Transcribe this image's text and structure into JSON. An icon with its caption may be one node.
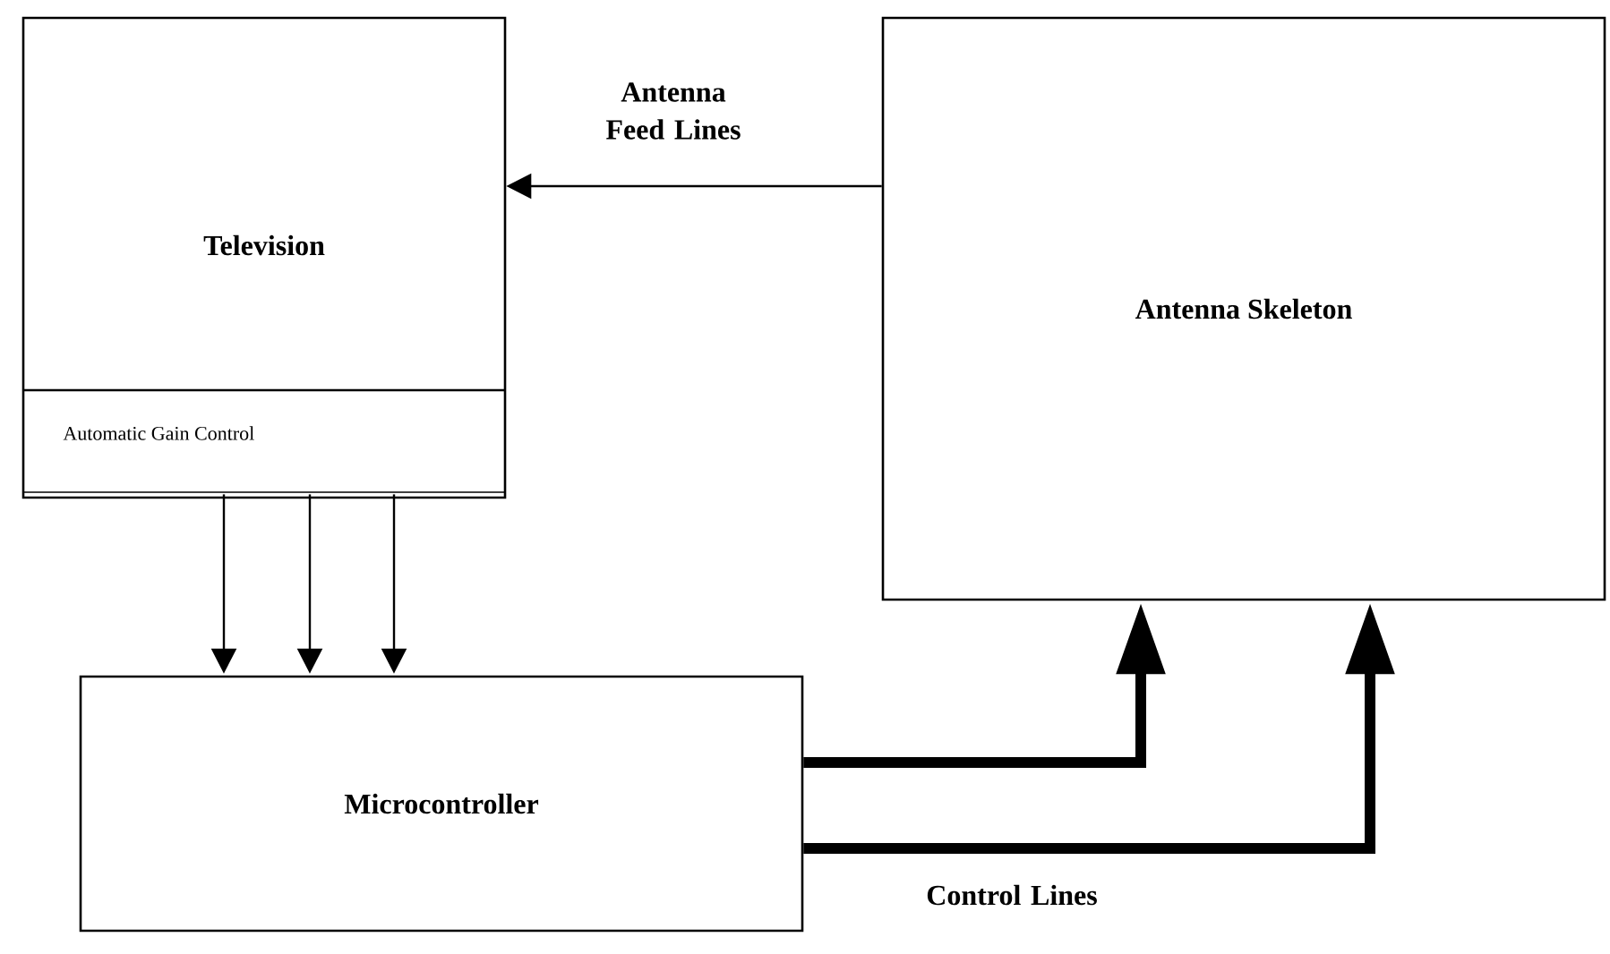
{
  "diagram": {
    "nodes": [
      {
        "text": [
          "Television"
        ]
      },
      {
        "text": [
          "Automatic Gain Control"
        ],
        "in": 0
      },
      {
        "text": [
          "Antenna Skeleton"
        ]
      },
      {
        "text": [
          "Microcontroller"
        ]
      }
    ],
    "edges": [
      {
        "from": 2,
        "to": 0,
        "arrow": "to",
        "label": "Antenna Feed Lines"
      },
      {
        "from": 1,
        "to": 3,
        "arrow": "to"
      },
      {
        "from": 1,
        "to": 3,
        "arrow": "to"
      },
      {
        "from": 1,
        "to": 3,
        "arrow": "to"
      },
      {
        "from": 3,
        "to": 2,
        "arrow": "to",
        "style": "thick"
      },
      {
        "from": 3,
        "to": 2,
        "arrow": "to",
        "style": "thick",
        "label": "Control Lines"
      }
    ]
  }
}
